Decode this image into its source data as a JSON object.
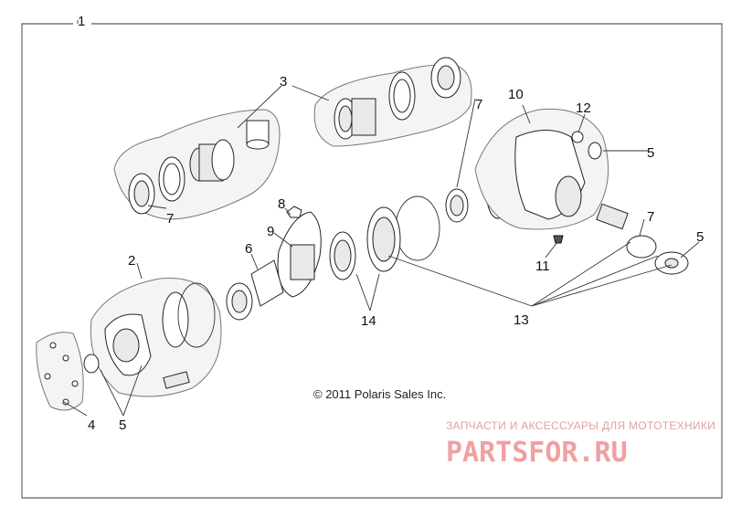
{
  "callouts": {
    "c1": "1",
    "c2": "2",
    "c3": "3",
    "c4": "4",
    "c5a": "5",
    "c5b": "5",
    "c5c": "5",
    "c6": "6",
    "c7a": "7",
    "c7b": "7",
    "c7c": "7",
    "c8": "8",
    "c9": "9",
    "c10": "10",
    "c11": "11",
    "c12": "12",
    "c13": "13",
    "c14": "14"
  },
  "copyright": "© 2011 Polaris Sales Inc.",
  "watermark": {
    "tagline": "ЗАПЧАСТИ И АКСЕССУАРЫ ДЛЯ МОТОТЕХНИКИ",
    "logo_text": "PARTSFOR.RU"
  },
  "colors": {
    "line": "#333333",
    "watermark": "#f0a0a0"
  }
}
